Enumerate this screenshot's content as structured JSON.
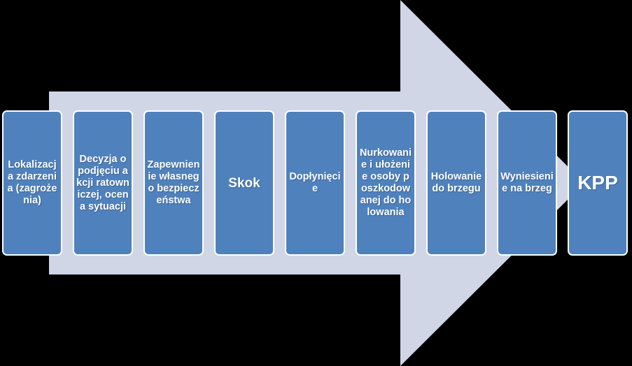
{
  "colors": {
    "background": "#000000",
    "arrow": "#d0d6e6",
    "box_fill": "#4f81bd",
    "box_border": "#ffffff",
    "text": "#ffffff"
  },
  "steps": [
    {
      "label": "Lokalizacja zdarzenia (zagrożenia)"
    },
    {
      "label": "Decyzja o podjęciu akcji ratowniczej, ocena sytuacji"
    },
    {
      "label": "Zapewnienie własnego bezpieczeństwa"
    },
    {
      "label": "Skok"
    },
    {
      "label": "Dopłynięcie"
    },
    {
      "label": "Nurkowanie i ułożenie osoby poszkodowanej do holowania"
    },
    {
      "label": "Holowanie do brzegu"
    },
    {
      "label": "Wyniesienie na brzeg"
    },
    {
      "label": "KPP"
    }
  ]
}
